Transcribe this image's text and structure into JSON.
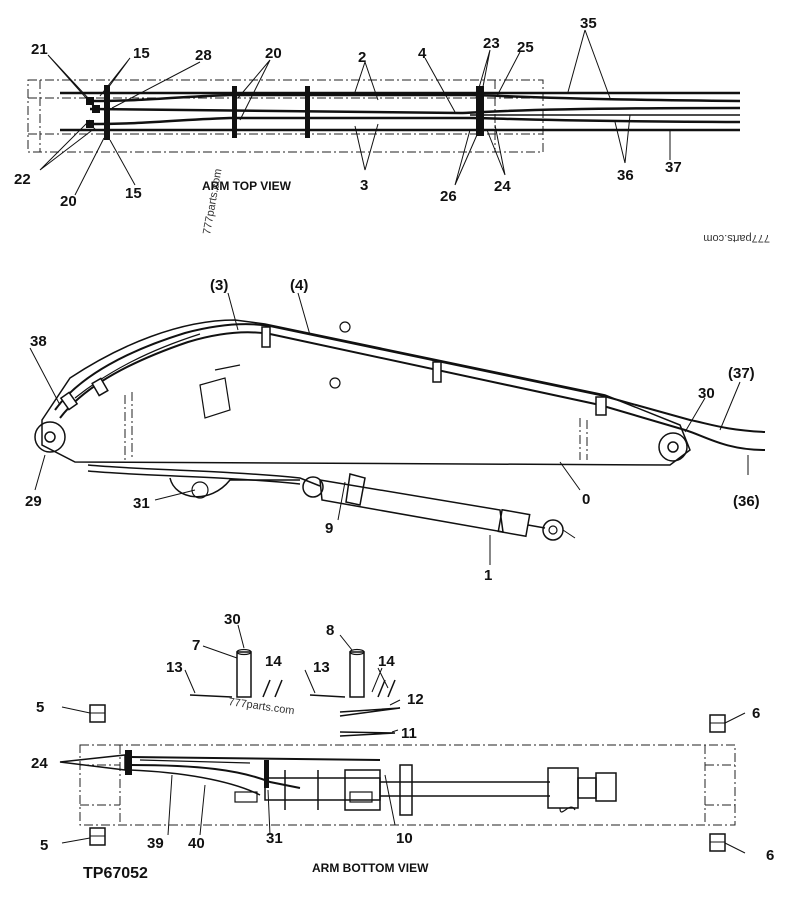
{
  "captions": {
    "top_view": "ARM TOP VIEW",
    "bottom_view": "ARM BOTTOM VIEW",
    "figure_id": "TP67052"
  },
  "watermarks": [
    "777parts.com",
    "777parts.com",
    "777parts.com"
  ],
  "callouts_top": [
    "21",
    "15",
    "28",
    "20",
    "2",
    "4",
    "23",
    "25",
    "35",
    "22",
    "20",
    "15",
    "3",
    "26",
    "24",
    "36",
    "37"
  ],
  "callouts_side": [
    "(3)",
    "(4)",
    "38",
    "29",
    "31",
    "9",
    "1",
    "0",
    "30",
    "(37)",
    "(36)"
  ],
  "callouts_bottom": [
    "30",
    "7",
    "8",
    "14",
    "13",
    "13",
    "14",
    "12",
    "11",
    "5",
    "6",
    "24",
    "39",
    "40",
    "31",
    "10",
    "5",
    "6"
  ],
  "icon": "arrow-pointer"
}
